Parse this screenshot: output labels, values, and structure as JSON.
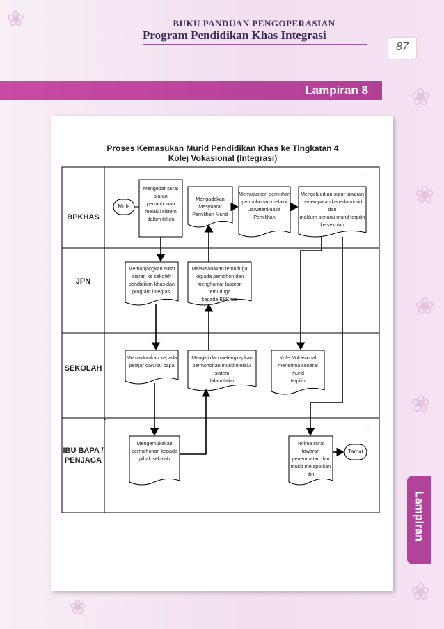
{
  "header": {
    "top_line": "BUKU PANDUAN PENGOPERASIAN",
    "main_line": "Program Pendidikan Khas Integrasi"
  },
  "page_number": "87",
  "section_bar": "Lampiran 8",
  "side_tab": "Lampiran",
  "diagram": {
    "title_line1": "Proses Kemasukan Murid Pendidikan Khas ke Tingkatan 4",
    "title_line2": "Kolej Vokasional (Integrasi)",
    "lanes": [
      "BPKHAS",
      "JPN",
      "SEKOLAH",
      "IBU BAPA / PENJAGA"
    ],
    "start": "Mula",
    "end": "Tamat",
    "steps": {
      "b1": "Mengedar surat\nsiaran\npermohonan\nmelalui sistem\ndalam talian",
      "b2": "Mengadakan\nMesyuarat\nPemilihan Murid",
      "b3": "Memutuskan pemilihan\npermohonan melalui\nJawatankuasa\nPemilihan",
      "b4": "Mengeluarkan surat tawaran\npenempatan kepada murid dan\nmaklum senarai murid terpilih\nke sekolah",
      "j1": "Memanjangkan surat\nsiaran ke sekolah\npendidikan khas dan\nprogram integrasi",
      "j2": "Melaksanakan temuduga\nkepada pemohon dan\nmenghantar laporan temuduga\nkepada BPKhas",
      "s1": "Memaklumkan kepada\npelajar dan ibu bapa",
      "s2": "Mengisi dan melengkapkan\npermohonan murid melalui sistem\ndalam talian",
      "s3": "Kolej Vokasional\nmenerima senarai murid\nterpilih",
      "p1": "Mengemukakan\npermohonan kepada\npihak sekolah",
      "p2": "Terima surat tawaran\npenempatan dan\nmurid melaporkan\ndiri"
    },
    "stray_marks": [
      ".",
      ".",
      "."
    ]
  }
}
